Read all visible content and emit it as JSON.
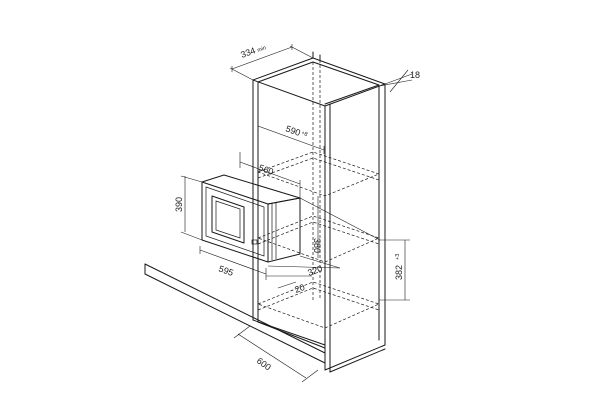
{
  "dimensions": {
    "cabinet_depth": {
      "value": "334",
      "suffix": "min"
    },
    "panel_thickness": {
      "value": "18"
    },
    "niche_width": {
      "value": "590",
      "suffix": "+8"
    },
    "appliance_width": {
      "value": "560"
    },
    "niche_height_inner": {
      "value": "380"
    },
    "niche_height": {
      "value": "382",
      "suffix": "+3"
    },
    "front_height": {
      "value": "390"
    },
    "front_width": {
      "value": "595"
    },
    "appliance_depth": {
      "value": "320"
    },
    "front_offset": {
      "value": "20"
    },
    "floor_depth": {
      "value": "600"
    }
  }
}
